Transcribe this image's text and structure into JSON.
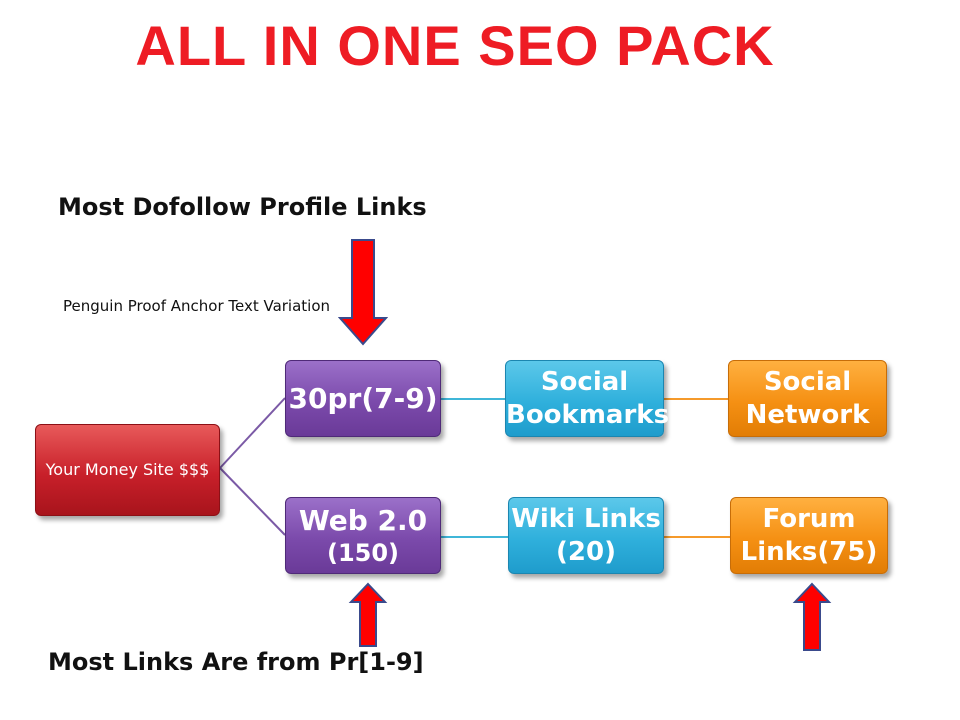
{
  "title": "ALL IN ONE SEO PACK",
  "top_heading": "Most Dofollow Profile Links",
  "note": "Penguin Proof Anchor Text Variation",
  "bottom_heading": "Most Links Are from Pr[1-9]",
  "nodes": {
    "money_site": "Your Money Site $$$",
    "profile_line1": "30pr(7-9)",
    "web20_line1": "Web 2.0",
    "web20_line2": "(150)",
    "social_bookmarks_line1": "Social",
    "social_bookmarks_line2": "Bookmarks",
    "wiki_line1": "Wiki Links",
    "wiki_line2": "(20)",
    "social_network_line1": "Social",
    "social_network_line2": "Network",
    "forum_line1": "Forum",
    "forum_line2": "Links(75)"
  },
  "colors": {
    "title": "#ee1c24",
    "money_site": "#c8202a",
    "level1": "#7b4aab",
    "level2": "#2fb0dc",
    "level3": "#f59013",
    "arrow_fill": "#ff0000",
    "arrow_border": "#3a4a8c"
  }
}
